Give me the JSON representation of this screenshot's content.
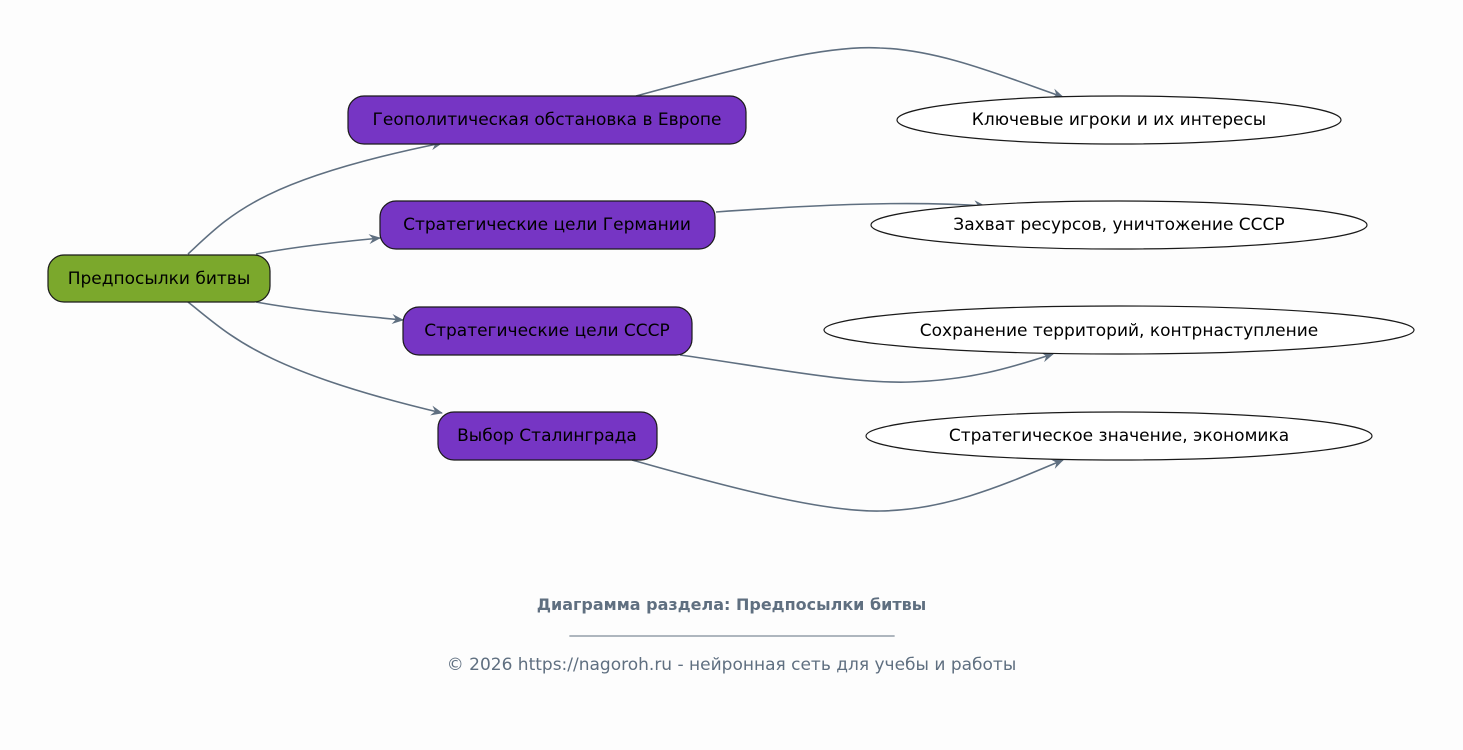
{
  "colors": {
    "root_fill": "#7ba82c",
    "child_fill": "#7635c4",
    "leaf_fill": "#ffffff",
    "edge": "#5f6f80",
    "caption": "#5f6f80"
  },
  "diagram": {
    "root": {
      "id": "root",
      "label": "Предпосылки битвы"
    },
    "children": [
      {
        "id": "c1",
        "label": "Геополитическая обстановка в Европе",
        "leaf": {
          "id": "l1",
          "label": "Ключевые игроки и их интересы"
        }
      },
      {
        "id": "c2",
        "label": "Стратегические цели Германии",
        "leaf": {
          "id": "l2",
          "label": "Захват ресурсов, уничтожение СССР"
        }
      },
      {
        "id": "c3",
        "label": "Стратегические цели СССР",
        "leaf": {
          "id": "l3",
          "label": "Сохранение территорий, контрнаступление"
        }
      },
      {
        "id": "c4",
        "label": "Выбор Сталинграда",
        "leaf": {
          "id": "l4",
          "label": "Стратегическое значение, экономика"
        }
      }
    ]
  },
  "caption": {
    "title": "Диаграмма раздела: Предпосылки битвы",
    "rule": "______________________________________________________",
    "copyright": "© 2026 https://nagoroh.ru - нейронная сеть для учебы и работы"
  }
}
